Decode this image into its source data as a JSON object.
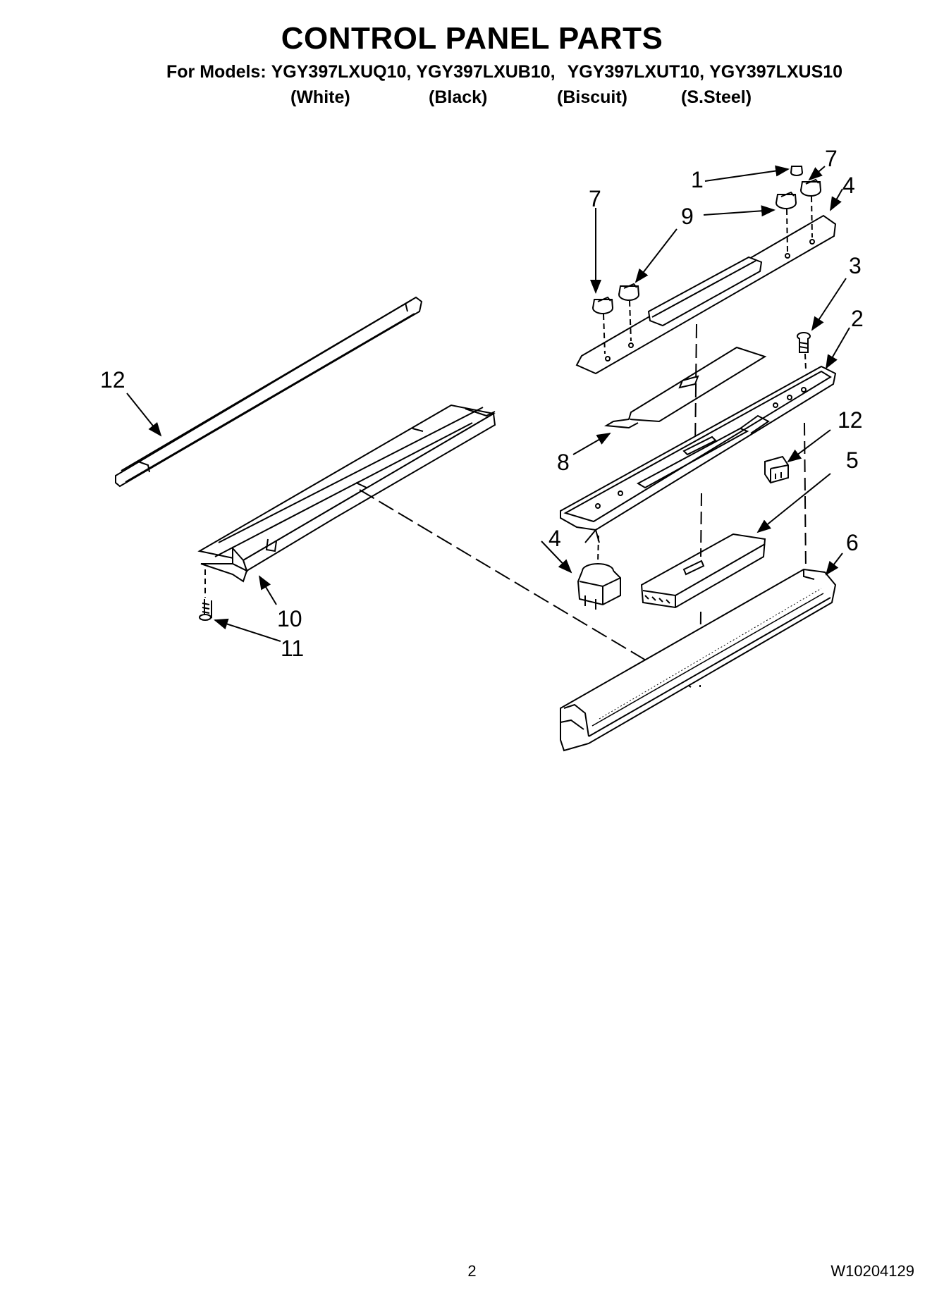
{
  "header": {
    "title": "CONTROL PANEL PARTS",
    "models_prefix": "For Models:",
    "models": [
      "YGY397LXUQ10,",
      "YGY397LXUB10,",
      "YGY397LXUT10,",
      "YGY397LXUS10"
    ],
    "colors": [
      "(White)",
      "(Black)",
      "(Biscuit)",
      "(S.Steel)"
    ]
  },
  "callouts": {
    "c1": "1",
    "c7a": "7",
    "c7b": "7",
    "c4a": "4",
    "c9": "9",
    "c3": "3",
    "c2": "2",
    "c12a": "12",
    "c12b": "12",
    "c8": "8",
    "c5": "5",
    "c4b": "4",
    "c6": "6",
    "c10": "10",
    "c11": "11"
  },
  "footer": {
    "page": "2",
    "doc_number": "W10204129"
  }
}
